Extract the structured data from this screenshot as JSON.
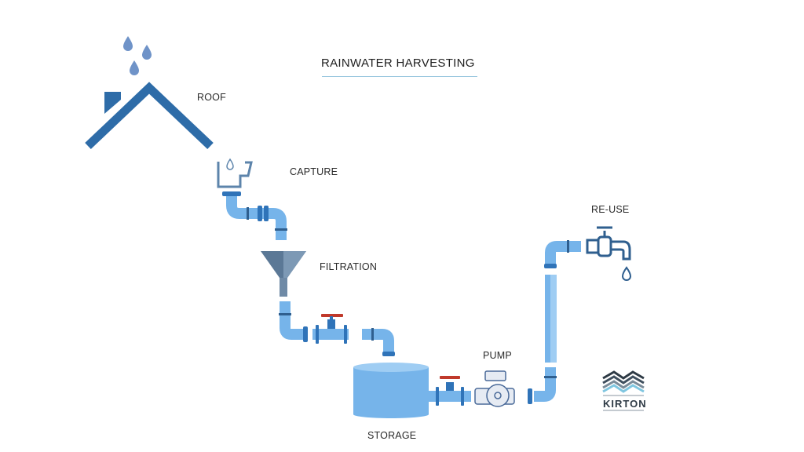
{
  "title": "RAINWATER HARVESTING",
  "stages": {
    "roof": "ROOF",
    "capture": "CAPTURE",
    "filtration": "FILTRATION",
    "storage": "STORAGE",
    "pump": "PUMP",
    "reuse": "RE-USE"
  },
  "logo": {
    "text": "KIRTON"
  },
  "colors": {
    "roof": "#2e6ca8",
    "drop": "#6f93c8",
    "pipe": "#76b4ea",
    "pipe_light": "#a4d0f4",
    "flange": "#2f73b8",
    "valve_handle": "#c0392b",
    "funnel": "#5b7896",
    "outline": "#2f5f8f"
  }
}
